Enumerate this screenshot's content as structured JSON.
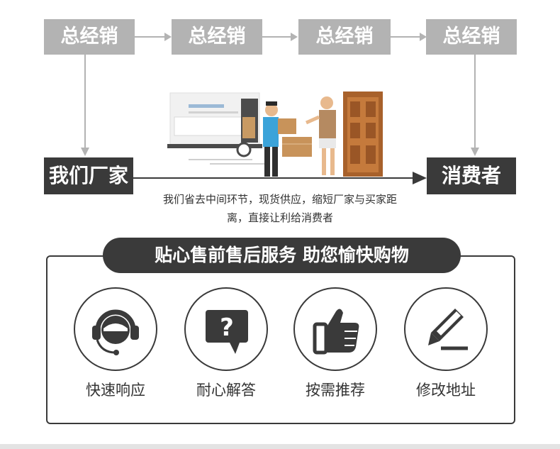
{
  "flow": {
    "distributors": [
      "总经销",
      "总经销",
      "总经销",
      "总经销"
    ],
    "manufacturer": "我们厂家",
    "consumer": "消费者",
    "caption_line1": "我们省去中间环节，现货供应，缩短厂家与买家距",
    "caption_line2": "离，直接让利给消费者"
  },
  "service": {
    "banner": "贴心售前售后服务 助您愉快购物",
    "items": [
      {
        "label": "快速响应",
        "icon": "headset-agent-icon"
      },
      {
        "label": "耐心解答",
        "icon": "question-bubble-icon"
      },
      {
        "label": "按需推荐",
        "icon": "thumbs-up-icon"
      },
      {
        "label": "修改地址",
        "icon": "pencil-edit-icon"
      }
    ]
  },
  "colors": {
    "gray_box": "#b3b3b3",
    "dark": "#3a3a3a",
    "background": "#ffffff"
  }
}
